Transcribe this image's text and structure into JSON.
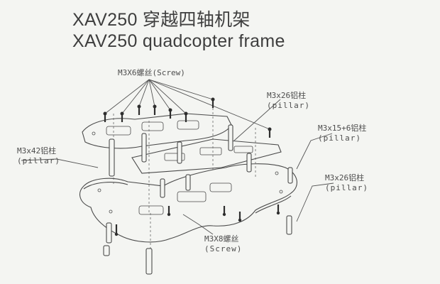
{
  "title_cn": "XAV250 穿越四轴机架",
  "title_en": "XAV250 quadcopter frame",
  "labels": [
    {
      "id": "screw-top",
      "part": "M3X6螺丝",
      "type": "(Screw)"
    },
    {
      "id": "pillar-26-top",
      "part": "M3x26铝柱",
      "type": "(pillar)"
    },
    {
      "id": "pillar-15-6",
      "part": "M3x15+6铝柱",
      "type": "(pillar)"
    },
    {
      "id": "pillar-42",
      "part": "M3x42铝柱",
      "type": "(pillar)"
    },
    {
      "id": "pillar-26-right",
      "part": "M3x26铝柱",
      "type": "(pillar)"
    },
    {
      "id": "screw-bottom",
      "part": "M3X8螺丝",
      "type": "(Screw)"
    }
  ]
}
